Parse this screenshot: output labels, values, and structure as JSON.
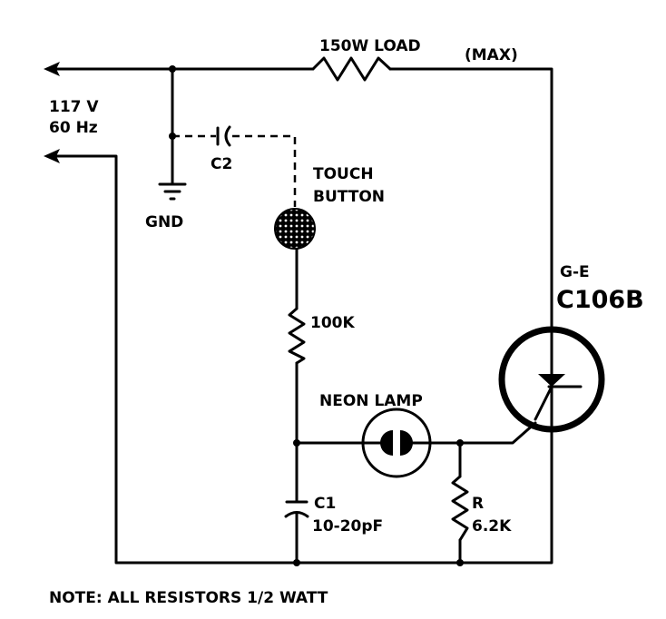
{
  "labels": {
    "load": "150W LOAD",
    "load_max": "(MAX)",
    "supply_voltage": "117 V",
    "supply_freq": "60 Hz",
    "c2": "C2",
    "gnd": "GND",
    "touch_line1": "TOUCH",
    "touch_line2": "BUTTON",
    "r100k": "100K",
    "manufacturer": "G-E",
    "scr_part": "C106B",
    "neon": "NEON LAMP",
    "c1": "C1",
    "c1_value": "10-20pF",
    "r": "R",
    "r_value": "6.2K",
    "note": "NOTE: ALL RESISTORS 1/2 WATT"
  },
  "colors": {
    "ink": "#000000",
    "background": "#ffffff"
  }
}
